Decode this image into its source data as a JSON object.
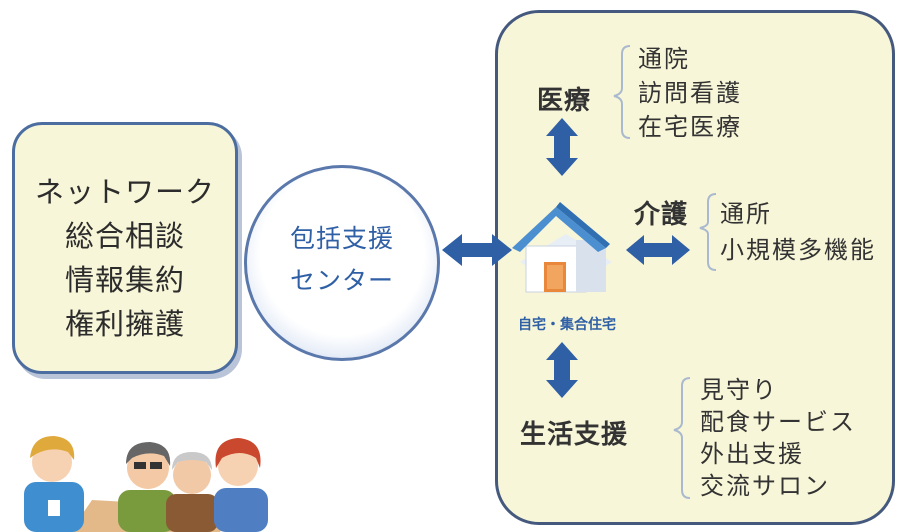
{
  "left_box": {
    "lines": [
      "ネットワーク",
      "総合相談",
      "情報集約",
      "権利擁護"
    ]
  },
  "center": {
    "lines": [
      "包括支援",
      "センター"
    ]
  },
  "hub": {
    "caption": "自宅・集合住宅"
  },
  "medical": {
    "label": "医療",
    "items": [
      "通院",
      "訪問看護",
      "在宅医療"
    ]
  },
  "care": {
    "label": "介護",
    "items": [
      "通所",
      "小規模多機能"
    ]
  },
  "life": {
    "label": "生活支援",
    "items": [
      "見守り",
      "配食サービス",
      "外出支援",
      "交流サロン"
    ]
  },
  "colors": {
    "arrow": "#2f5fa5",
    "box_fill": "#f8f6d8",
    "roof": "#4b8fd1",
    "door": "#e9873b"
  }
}
